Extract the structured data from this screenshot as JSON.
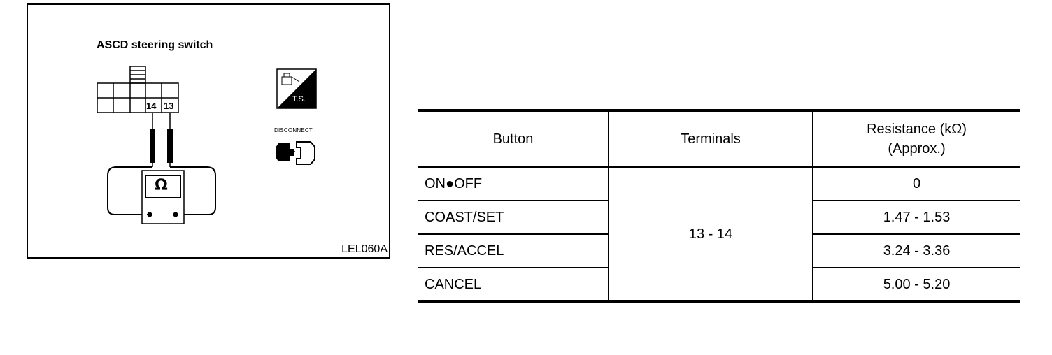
{
  "figure": {
    "title": "ASCD steering switch",
    "code": "LEL060A",
    "pins": [
      "14",
      "13"
    ],
    "meter_symbol": "Ω",
    "ts_label": "T.S.",
    "disconnect_label": "DISCONNECT"
  },
  "table": {
    "headers": {
      "button": "Button",
      "terminals": "Terminals",
      "resistance_line1": "Resistance (kΩ)",
      "resistance_line2": "(Approx.)"
    },
    "terminals": "13 - 14",
    "rows": [
      {
        "button": "ON●OFF",
        "resistance": "0"
      },
      {
        "button": "COAST/SET",
        "resistance": "1.47 - 1.53"
      },
      {
        "button": "RES/ACCEL",
        "resistance": "3.24 - 3.36"
      },
      {
        "button": "CANCEL",
        "resistance": "5.00 - 5.20"
      }
    ]
  }
}
